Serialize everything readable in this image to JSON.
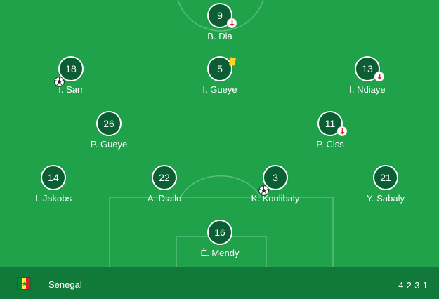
{
  "team": {
    "name": "Senegal",
    "formation": "4-2-3-1"
  },
  "flag_colors": [
    "#00853f",
    "#fdef42",
    "#e31b23"
  ],
  "colors": {
    "pitch": "#20a24b",
    "footer": "#117a3b",
    "disc": "#0b5e34",
    "card": "#ffd21f",
    "sub_arrow": "#d9272e"
  },
  "players": [
    {
      "number": "9",
      "name": "B. Dia"
    },
    {
      "number": "18",
      "name": "I. Sarr"
    },
    {
      "number": "5",
      "name": "I. Gueye"
    },
    {
      "number": "13",
      "name": "I. Ndiaye"
    },
    {
      "number": "26",
      "name": "P. Gueye"
    },
    {
      "number": "11",
      "name": "P. Ciss"
    },
    {
      "number": "14",
      "name": "I. Jakobs"
    },
    {
      "number": "22",
      "name": "A. Diallo"
    },
    {
      "number": "3",
      "name": "K. Koulibaly"
    },
    {
      "number": "21",
      "name": "Y. Sabaly"
    },
    {
      "number": "16",
      "name": "É. Mendy"
    }
  ],
  "icons": {
    "substitution": "sub-out-arrow-icon",
    "goal": "football-icon",
    "card": "yellow-card-icon",
    "flag": "senegal-flag-icon"
  }
}
